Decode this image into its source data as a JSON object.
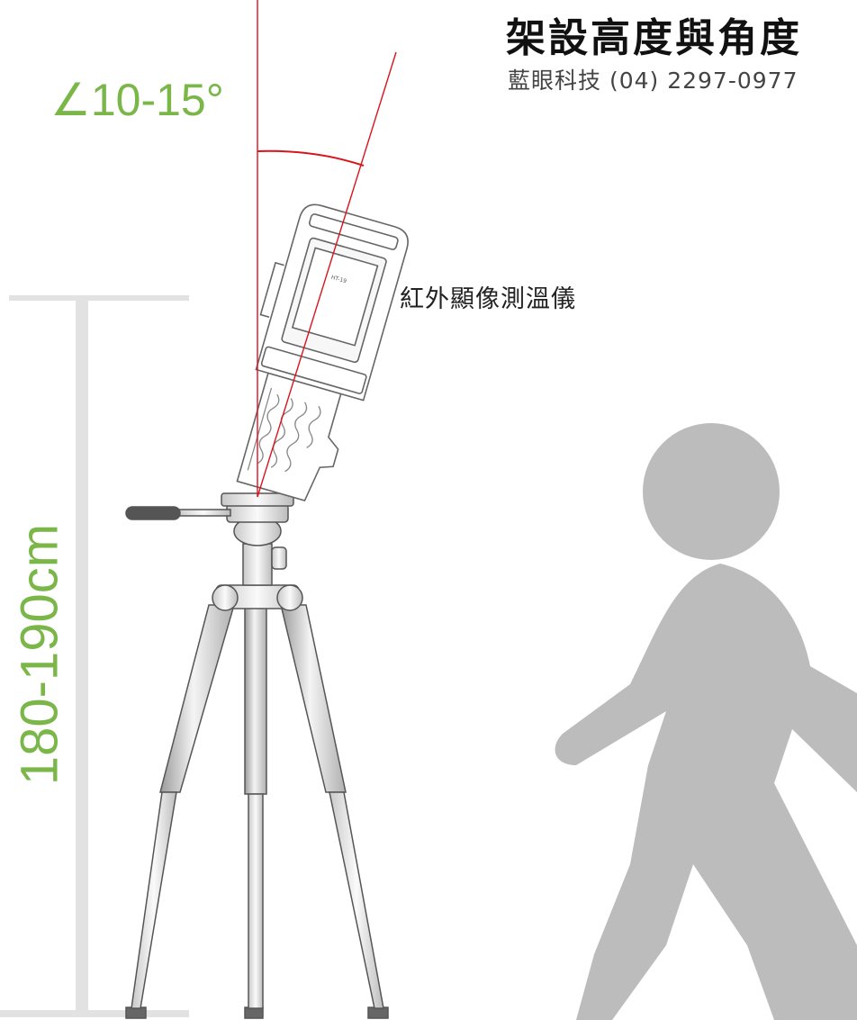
{
  "title": "架設高度與角度",
  "company": "藍眼科技 (04) 2297-0977",
  "angle_label": "∠10-15°",
  "height_label": "180-190cm",
  "device_label": "紅外顯像測溫儀",
  "colors": {
    "accent_green": "#7ab648",
    "laser_red": "#d9141c",
    "pedestrian_gray": "#bdbdbd",
    "measure_bar_gray": "#e2e2e2"
  }
}
